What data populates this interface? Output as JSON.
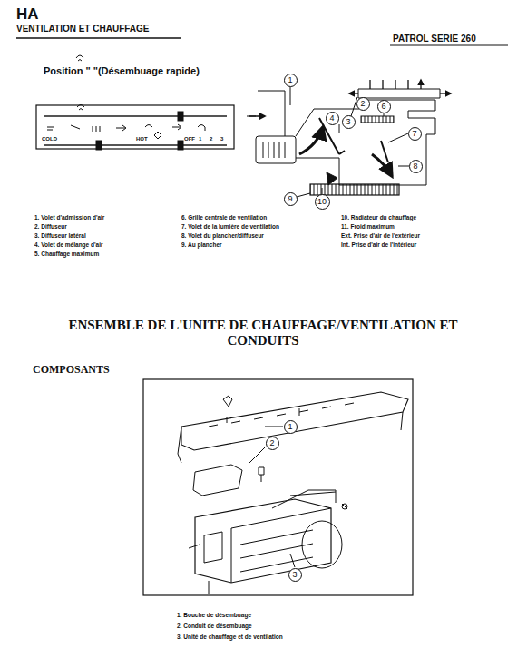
{
  "diagram": {
    "nodes": [
      {
        "text": [
          "1"
        ]
      },
      {
        "text": [
          "2"
        ]
      },
      {
        "text": [
          "3"
        ]
      },
      {
        "text": [
          "4"
        ]
      },
      {
        "text": [
          "6"
        ]
      },
      {
        "text": [
          "7"
        ]
      },
      {
        "text": [
          "8"
        ]
      },
      {
        "text": [
          "9"
        ]
      },
      {
        "text": [
          "10"
        ]
      },
      {
        "text": [
          "1"
        ]
      },
      {
        "text": [
          "2"
        ]
      },
      {
        "text": [
          "3"
        ]
      }
    ],
    "labels": [
      "HA",
      "VENTILATION ET CHAUFFAGE",
      "PATROL SERIE 260",
      "Position \"   \"(Désembuage rapide)",
      "COLD",
      "HOT",
      "OFF",
      "1",
      "2",
      "3",
      "1. Volet d'admission d'air",
      "2. Diffuseur",
      "3. Diffuseur latéral",
      "4. Volet de mélange d'air",
      "5. Chauffage maximum",
      "6. Grille centrale de ventilation",
      "7. Volet de la lumière de ventilation",
      "8. Volet du plancher/diffuseur",
      "9. Au plancher",
      "10. Radiateur du chauffage",
      "11. Froid maximum",
      "Ext. Prise d'air de l'extérieur",
      "Int. Prise d'air de l'intérieur",
      "ENSEMBLE DE L'UNITE DE CHAUFFAGE/VENTILATION ET CONDUITS",
      "COMPOSANTS",
      "1. Bouche de désembuage",
      "2. Conduit de désembuage",
      "3. Unité de chauffage et de ventilation"
    ]
  }
}
